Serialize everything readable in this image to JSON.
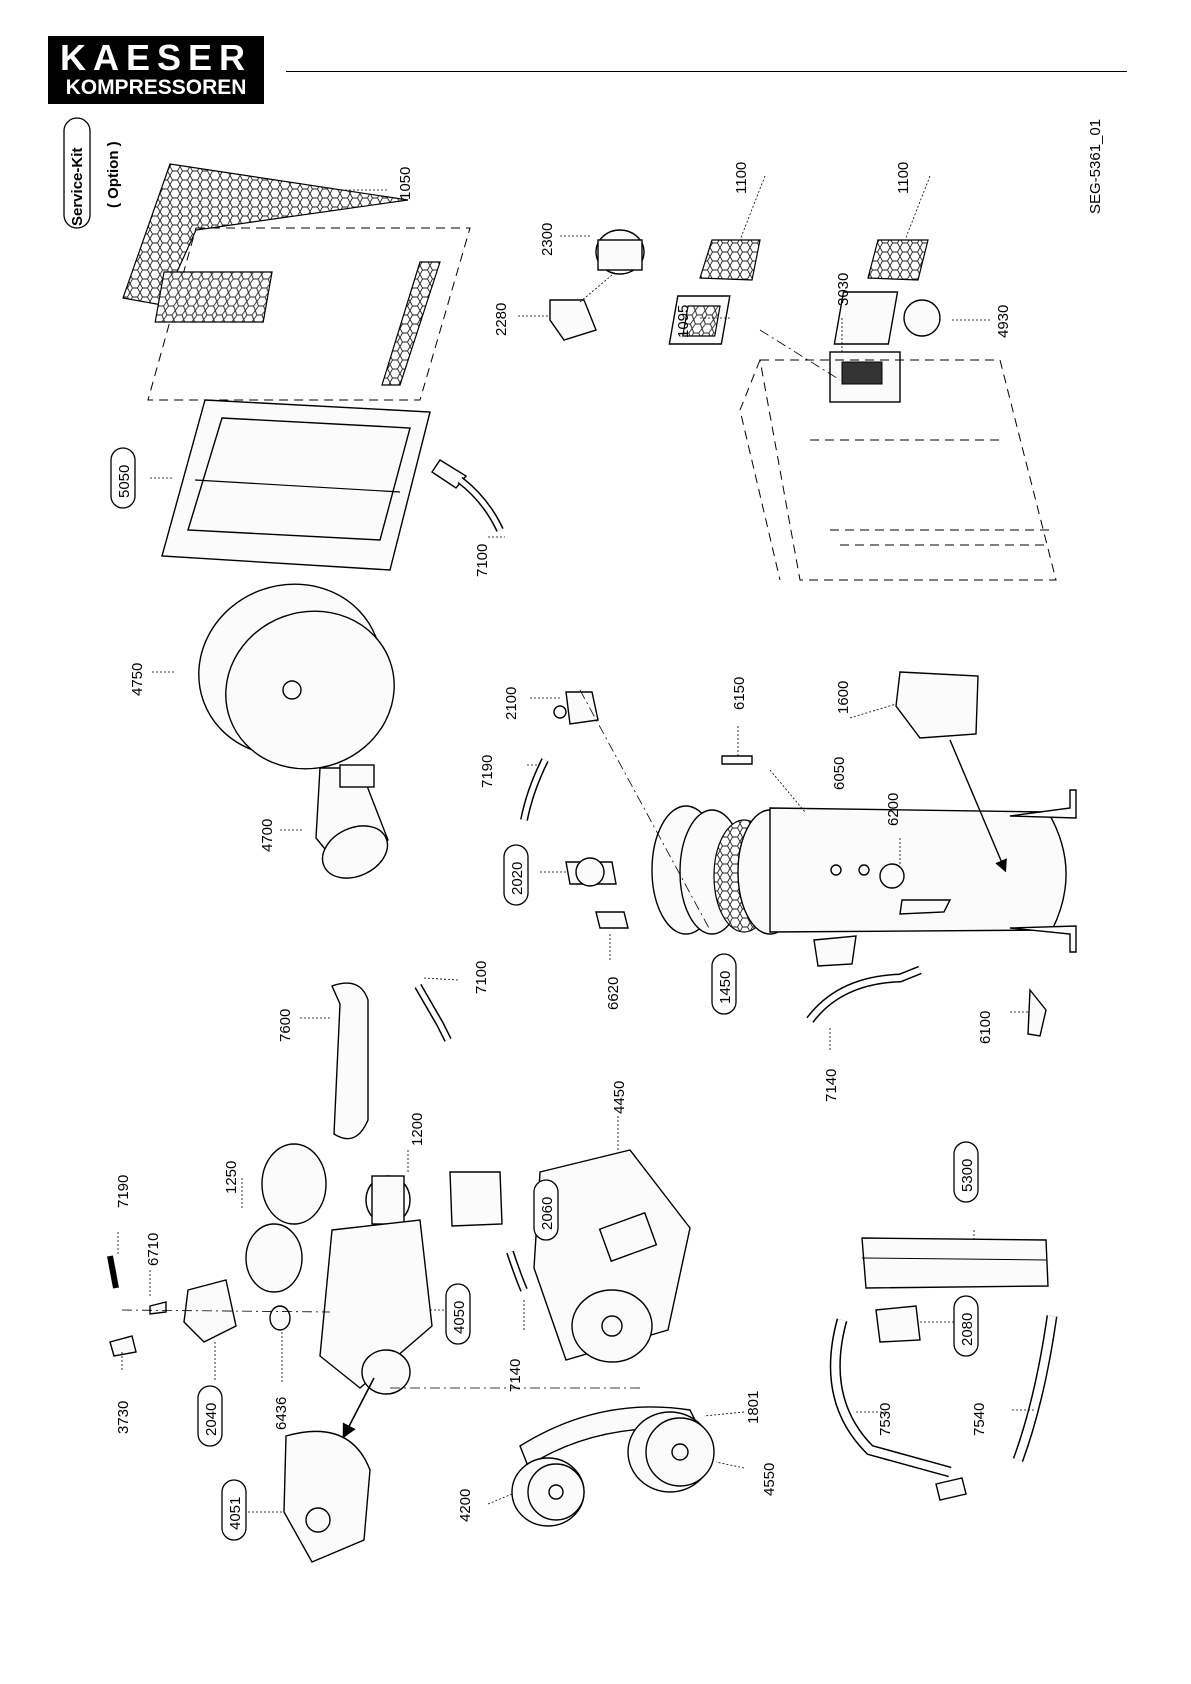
{
  "header": {
    "logo_line1": "KAESER",
    "logo_line2": "KOMPRESSOREN"
  },
  "drawing_id": "SEG-5361_01",
  "option_note": {
    "line1": "Service-Kit",
    "line2": "( Option )"
  },
  "part_labels": {
    "p1050": "1050",
    "p5050": "5050",
    "p7100a": "7100",
    "p2300": "2300",
    "p2280": "2280",
    "p1100a": "1100",
    "p1100b": "1100",
    "p1095": "1095",
    "p3030": "3030",
    "p4930": "4930",
    "p4750": "4750",
    "p4700": "4700",
    "p2100": "2100",
    "p7190a": "7190",
    "p2020": "2020",
    "p6620": "6620",
    "p1450": "1450",
    "p6150": "6150",
    "p6050": "6050",
    "p1600": "1600",
    "p6200": "6200",
    "p7140a": "7140",
    "p6100": "6100",
    "p7600": "7600",
    "p7100b": "7100",
    "p1200": "1200",
    "p4450": "4450",
    "p2060": "2060",
    "p1250": "1250",
    "p7190b": "7190",
    "p6710": "6710",
    "p3730": "3730",
    "p2040": "2040",
    "p6436": "6436",
    "p4050": "4050",
    "p7140b": "7140",
    "p4051": "4051",
    "p4200": "4200",
    "p1801": "1801",
    "p4550": "4550",
    "p5300": "5300",
    "p2080": "2080",
    "p7530": "7530",
    "p7540": "7540"
  }
}
